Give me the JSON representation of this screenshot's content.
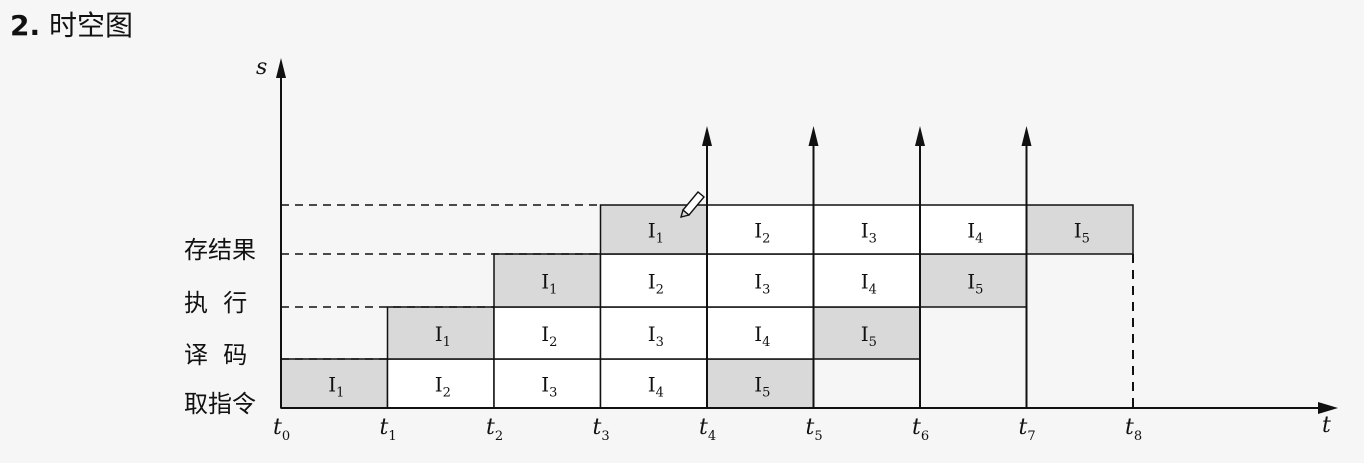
{
  "heading": {
    "number": "2.",
    "text": "时空图"
  },
  "axes": {
    "y_label": "s",
    "x_label": "t"
  },
  "stages": [
    "取指令",
    "译  码",
    "执  行",
    "存结果"
  ],
  "time_ticks": [
    {
      "base": "t",
      "sub": "0"
    },
    {
      "base": "t",
      "sub": "1"
    },
    {
      "base": "t",
      "sub": "2"
    },
    {
      "base": "t",
      "sub": "3"
    },
    {
      "base": "t",
      "sub": "4"
    },
    {
      "base": "t",
      "sub": "5"
    },
    {
      "base": "t",
      "sub": "6"
    },
    {
      "base": "t",
      "sub": "7"
    },
    {
      "base": "t",
      "sub": "8"
    }
  ],
  "instruction_prefix": "I",
  "cells": [
    {
      "stage": 0,
      "slot": 0,
      "instr": "1",
      "shaded": true
    },
    {
      "stage": 0,
      "slot": 1,
      "instr": "2",
      "shaded": false
    },
    {
      "stage": 0,
      "slot": 2,
      "instr": "3",
      "shaded": false
    },
    {
      "stage": 0,
      "slot": 3,
      "instr": "4",
      "shaded": false
    },
    {
      "stage": 0,
      "slot": 4,
      "instr": "5",
      "shaded": true
    },
    {
      "stage": 1,
      "slot": 1,
      "instr": "1",
      "shaded": true
    },
    {
      "stage": 1,
      "slot": 2,
      "instr": "2",
      "shaded": false
    },
    {
      "stage": 1,
      "slot": 3,
      "instr": "3",
      "shaded": false
    },
    {
      "stage": 1,
      "slot": 4,
      "instr": "4",
      "shaded": false
    },
    {
      "stage": 1,
      "slot": 5,
      "instr": "5",
      "shaded": true
    },
    {
      "stage": 2,
      "slot": 2,
      "instr": "1",
      "shaded": true
    },
    {
      "stage": 2,
      "slot": 3,
      "instr": "2",
      "shaded": false
    },
    {
      "stage": 2,
      "slot": 4,
      "instr": "3",
      "shaded": false
    },
    {
      "stage": 2,
      "slot": 5,
      "instr": "4",
      "shaded": false
    },
    {
      "stage": 2,
      "slot": 6,
      "instr": "5",
      "shaded": true
    },
    {
      "stage": 3,
      "slot": 3,
      "instr": "1",
      "shaded": true
    },
    {
      "stage": 3,
      "slot": 4,
      "instr": "2",
      "shaded": false
    },
    {
      "stage": 3,
      "slot": 5,
      "instr": "3",
      "shaded": false
    },
    {
      "stage": 3,
      "slot": 6,
      "instr": "4",
      "shaded": false
    },
    {
      "stage": 3,
      "slot": 7,
      "instr": "5",
      "shaded": true
    }
  ],
  "completion_arrows_at_ticks": [
    4,
    5,
    6,
    7
  ],
  "colors": {
    "shade": "#d9d9d9",
    "cell": "#ffffff",
    "line": "#111111"
  }
}
